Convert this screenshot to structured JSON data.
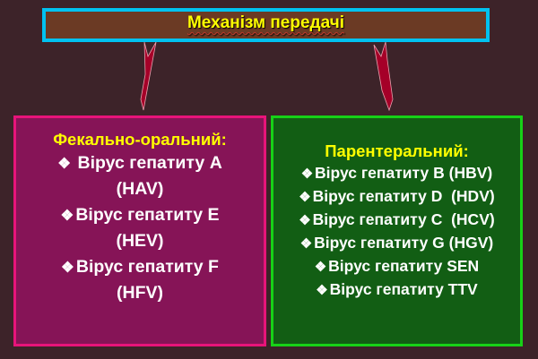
{
  "title": "Механізм передачі",
  "colors": {
    "background": "#3d2329",
    "title_fill": "#6b3a24",
    "title_border": "#00c2f0",
    "title_text": "#ffff00",
    "arrow": "#a50028",
    "left_fill": "#861457",
    "left_border": "#e8147a",
    "right_fill": "#125e14",
    "right_border": "#17d117"
  },
  "bullet_icon": "❖",
  "left_box": {
    "heading": "Фекально-оральний:",
    "lines": [
      {
        "bullet": true,
        "text": " Вірус гепатиту А"
      },
      {
        "bullet": false,
        "text": "(HAV)"
      },
      {
        "bullet": true,
        "text": "Вірус гепатиту Е"
      },
      {
        "bullet": false,
        "text": "(HEV)"
      },
      {
        "bullet": true,
        "text": "Вірус гепатиту F"
      },
      {
        "bullet": false,
        "text": "(HFV)"
      }
    ]
  },
  "right_box": {
    "heading": "Парентеральний:",
    "lines": [
      {
        "bullet": true,
        "text": "Вірус гепатиту В (HBV)"
      },
      {
        "bullet": true,
        "text": "Вірус гепатиту D  (HDV)"
      },
      {
        "bullet": true,
        "text": "Вірус гепатиту С  (HCV)"
      },
      {
        "bullet": true,
        "text": "Вірус гепатиту G (HGV)"
      },
      {
        "bullet": true,
        "text": "Вірус гепатиту SEN"
      },
      {
        "bullet": true,
        "text": "Вірус гепатиту TTV"
      }
    ]
  }
}
